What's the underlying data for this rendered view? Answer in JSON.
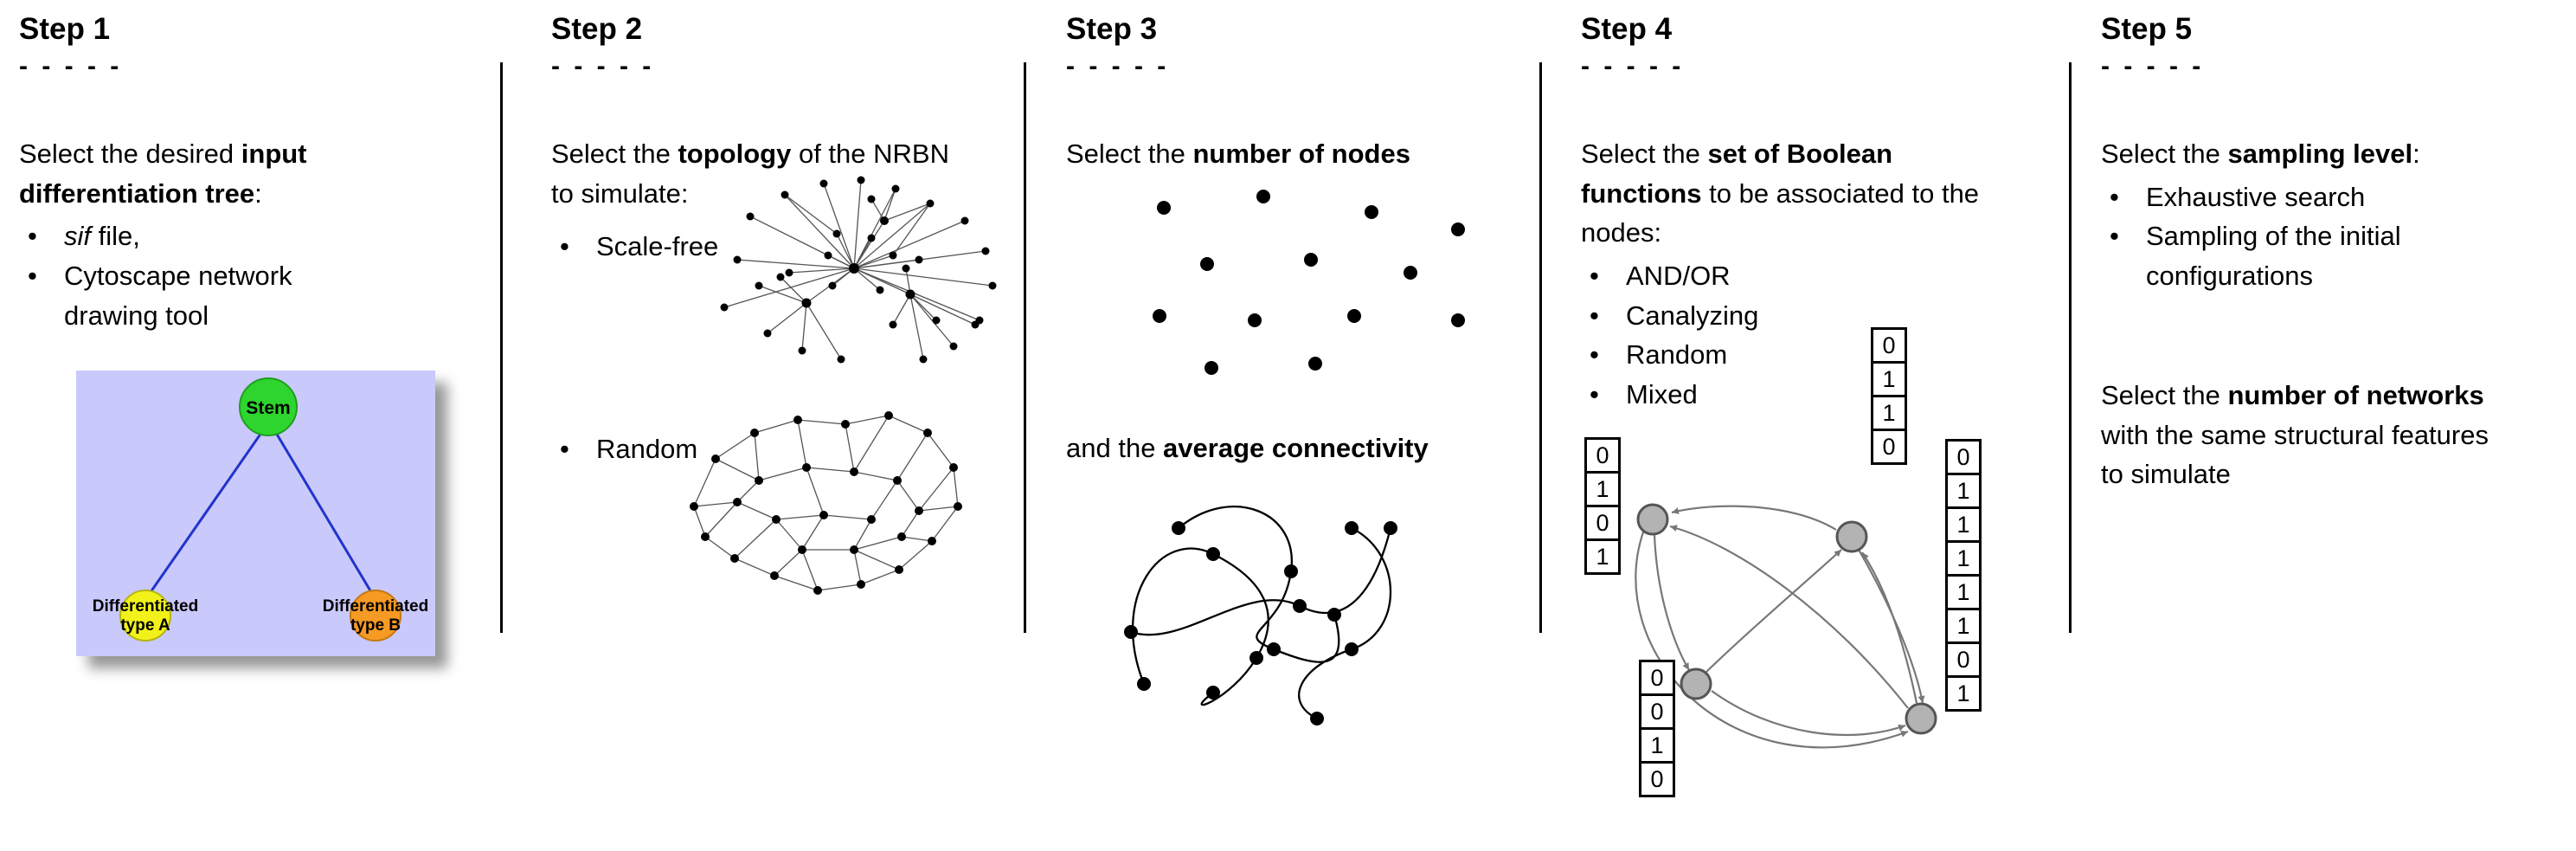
{
  "steps": [
    {
      "title": "Step 1",
      "dashes": "- - - - -",
      "intro_pre": "Select the desired ",
      "intro_bold": "input differentiation tree",
      "intro_post": ":",
      "bullet1_italic": "sif",
      "bullet1_post": " file,",
      "bullet2": "Cytoscape network drawing tool",
      "tree": {
        "background": "#c9c9fb",
        "edge_color": "#2233cc",
        "stem_label": "Stem",
        "stem_color": "#2ed52e",
        "typeA_line1": "Differentiated",
        "typeA_line2": "type A",
        "typeA_color": "#f2f21a",
        "typeB_line1": "Differentiated",
        "typeB_line2": "type B",
        "typeB_color": "#f59a23"
      }
    },
    {
      "title": "Step 2",
      "dashes": "- - - - -",
      "intro_pre": "Select the ",
      "intro_bold": "topology",
      "intro_post": " of the NRBN to simulate:",
      "bullet1": "Scale-free",
      "bullet2": "Random"
    },
    {
      "title": "Step 3",
      "dashes": "- - - - -",
      "intro_pre": "Select the ",
      "intro_bold": "number of nodes",
      "intro_post": "",
      "second_pre": "and the ",
      "second_bold": "average connectivity",
      "second_post": ""
    },
    {
      "title": "Step 4",
      "dashes": "- - - - -",
      "intro_pre": "Select the ",
      "intro_bold": "set of Boolean functions",
      "intro_post": " to be associated to the nodes:",
      "bullets": [
        "AND/OR",
        "Canalyzing",
        "Random",
        "Mixed"
      ],
      "tables": {
        "left": [
          "0",
          "1",
          "0",
          "1"
        ],
        "top": [
          "0",
          "1",
          "1",
          "0"
        ],
        "right": [
          "0",
          "1",
          "1",
          "1",
          "1",
          "1",
          "0",
          "1"
        ],
        "bottom": [
          "0",
          "0",
          "1",
          "0"
        ]
      }
    },
    {
      "title": "Step 5",
      "dashes": "- - - - -",
      "intro_pre": "Select the ",
      "intro_bold": "sampling level",
      "intro_post": ":",
      "bullets": [
        "Exhaustive search",
        "Sampling of the initial configurations"
      ],
      "second_pre": "Select the ",
      "second_bold": "number of networks",
      "second_post": " with the same structural features to simulate"
    }
  ]
}
